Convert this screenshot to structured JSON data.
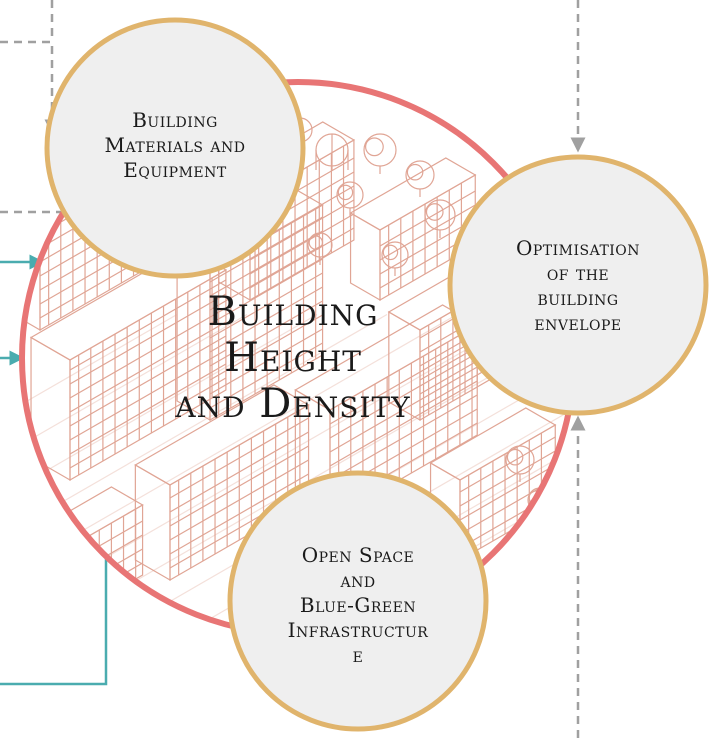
{
  "nodes": {
    "center": {
      "label_lines": [
        "Building",
        "Height",
        "and Density"
      ]
    },
    "materials": {
      "label_lines": [
        "Building",
        "Materials and",
        "Equipment"
      ]
    },
    "envelope": {
      "label_lines": [
        "Optimisation",
        "of the",
        "building",
        "envelope"
      ]
    },
    "openspace": {
      "label_lines": [
        "Open Space",
        "and",
        "Blue-Green",
        "Infrastructur",
        "e"
      ]
    }
  },
  "colors": {
    "center_ring": "#e87575",
    "node_ring": "#e0b46c",
    "node_fill": "#efefef",
    "sketch": "#e0a595",
    "teal_arrow": "#4aacaf",
    "grey_arrow": "#a0a0a0"
  }
}
